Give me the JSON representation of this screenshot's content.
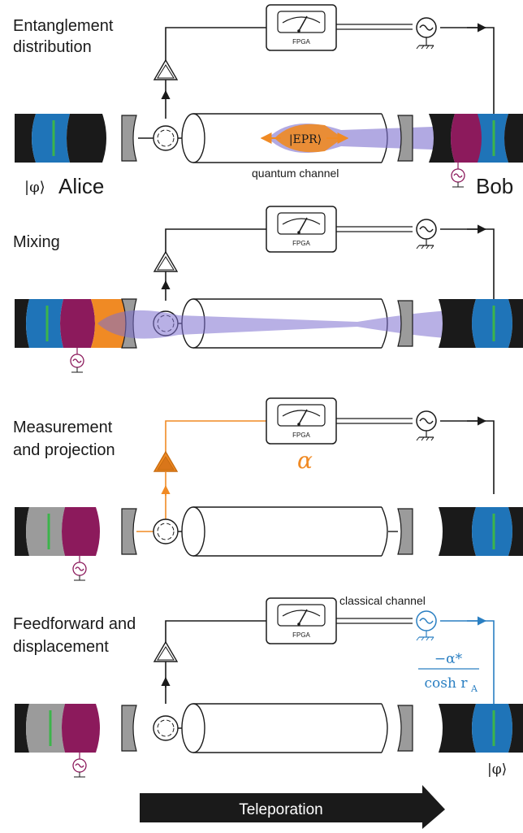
{
  "panels": [
    {
      "title": "Entanglement distribution"
    },
    {
      "title": "Mixing"
    },
    {
      "title": "Measurement and projection"
    },
    {
      "title": "Feedforward and displacement"
    }
  ],
  "labels": {
    "fpga": "FPGA",
    "alice": "Alice",
    "bob": "Bob",
    "phi_ket": "|φ⟩",
    "epr": "|EPR⟩",
    "quantum_channel": "quantum channel",
    "classical_channel": "classical channel",
    "alpha": "α",
    "feedforward_num": "−α*",
    "feedforward_den": "cosh r",
    "feedforward_den_sub": "A",
    "arrow": "Teleporation"
  },
  "colors": {
    "blue": "#1f74b8",
    "magenta": "#8c1a5c",
    "orange": "#f08a24",
    "gray": "#9b9b9b",
    "black": "#1a1a1a",
    "purple": "#7d6fcf",
    "green": "#3cb44b",
    "cyan": "#2a7fc2"
  }
}
